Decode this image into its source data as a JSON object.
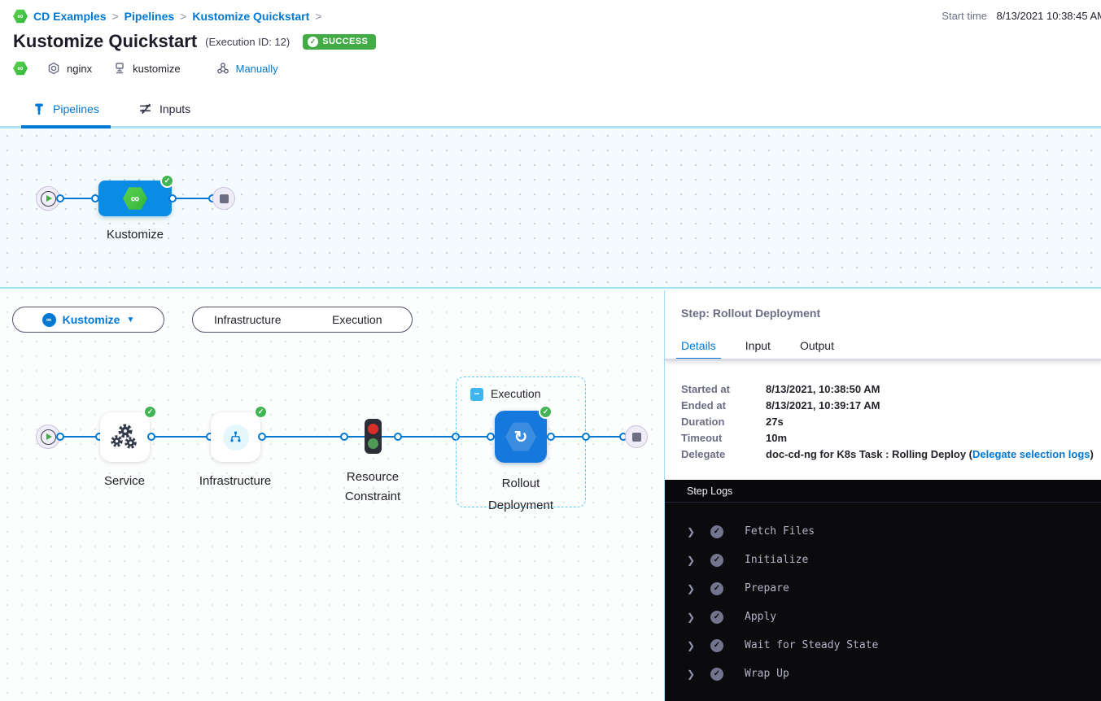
{
  "colors": {
    "primary_blue": "#0278d5",
    "success_green": "#42ab45",
    "stage_node_blue": "#0b8ce4",
    "step_node_blue": "#1678dd",
    "canvas_border_cyan": "#9fe3f7",
    "logs_background": "#0b0b0e",
    "traffic_red": "#d92f28",
    "traffic_green": "#4f9b55"
  },
  "breadcrumb": {
    "separator": ">",
    "items": [
      "CD Examples",
      "Pipelines",
      "Kustomize Quickstart"
    ]
  },
  "header": {
    "title": "Kustomize Quickstart",
    "execution_id": "(Execution ID: 12)",
    "status_badge": "SUCCESS",
    "service": "nginx",
    "environment": "kustomize",
    "trigger": "Manually",
    "start_time_label": "Start time",
    "start_time": "8/13/2021 10:38:45 AM"
  },
  "page_tabs": {
    "pipelines": "Pipelines",
    "inputs": "Inputs"
  },
  "stage_graph": {
    "stage_label": "Kustomize"
  },
  "exec_view": {
    "stage_selector": "Kustomize",
    "toggle_infrastructure": "Infrastructure",
    "toggle_execution": "Execution",
    "group_label": "Execution",
    "node_service": "Service",
    "node_infrastructure": "Infrastructure",
    "node_resource_constraint": "Resource Constraint",
    "node_rollout": "Rollout Deployment"
  },
  "details_panel": {
    "title": "Step: Rollout Deployment",
    "tab_details": "Details",
    "tab_input": "Input",
    "tab_output": "Output",
    "rows": [
      {
        "label": "Started at",
        "value": "8/13/2021, 10:38:50 AM"
      },
      {
        "label": "Ended at",
        "value": "8/13/2021, 10:39:17 AM"
      },
      {
        "label": "Duration",
        "value": "27s"
      },
      {
        "label": "Timeout",
        "value": "10m"
      }
    ],
    "delegate": {
      "label": "Delegate",
      "value_prefix": "doc-cd-ng for K8s Task : Rolling Deploy (",
      "link_text": "Delegate selection logs",
      "value_suffix": ")"
    }
  },
  "step_logs": {
    "title": "Step Logs",
    "entries": [
      "Fetch Files",
      "Initialize",
      "Prepare",
      "Apply",
      "Wait for Steady State",
      "Wrap Up"
    ]
  }
}
